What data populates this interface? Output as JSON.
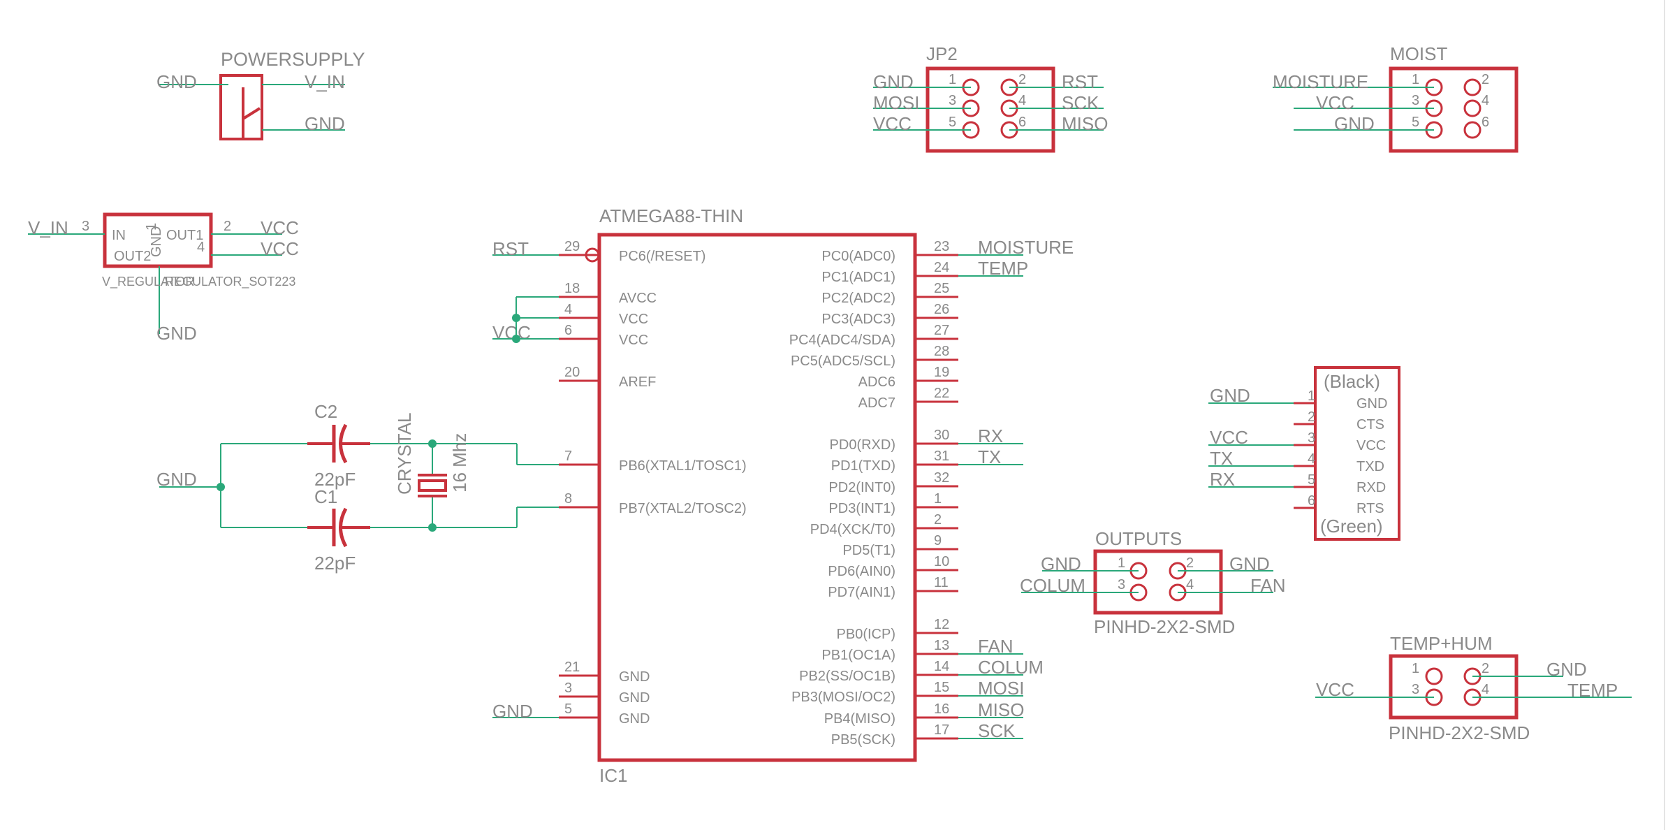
{
  "colors": {
    "symbol": "#c8323c",
    "net": "#2aa87a",
    "text": "#8a8a8a"
  },
  "power_supply": {
    "name": "POWERSUPPLY",
    "gnd": "GND",
    "v_in": "V_IN",
    "gnd2": "GND"
  },
  "jp2": {
    "name": "JP2",
    "pins": [
      "1",
      "2",
      "3",
      "4",
      "5",
      "6"
    ],
    "left_nets": [
      "GND",
      "MOSI",
      "VCC"
    ],
    "right_nets": [
      "RST",
      "SCK",
      "MISO"
    ]
  },
  "moist": {
    "name": "MOIST",
    "pins": [
      "1",
      "2",
      "3",
      "4",
      "5",
      "6"
    ],
    "left_nets": [
      "MOISTURE",
      "VCC",
      "GND"
    ]
  },
  "regulator": {
    "name": "V_REGULATOR",
    "value": "REGULATOR_SOT223",
    "in_label": "IN",
    "out1_label": "OUT1",
    "out2_label": "OUT2",
    "gnd_label": "GND",
    "in_pin": "3",
    "out1_pin": "2",
    "out2_pin": "4",
    "gnd_pin": "1",
    "in_net": "V_IN",
    "out1_net": "VCC",
    "out2_net": "VCC",
    "gnd_net": "GND"
  },
  "mcu": {
    "name": "ATMEGA88-THIN",
    "ref": "IC1",
    "left_pins": [
      {
        "num": "29",
        "name": "PC6(/RESET)",
        "net": "RST"
      },
      {
        "num": "18",
        "name": "AVCC",
        "net": ""
      },
      {
        "num": "4",
        "name": "VCC",
        "net": ""
      },
      {
        "num": "6",
        "name": "VCC",
        "net": "VCC"
      },
      {
        "num": "20",
        "name": "AREF",
        "net": ""
      },
      {
        "num": "7",
        "name": "PB6(XTAL1/TOSC1)",
        "net": ""
      },
      {
        "num": "8",
        "name": "PB7(XTAL2/TOSC2)",
        "net": ""
      },
      {
        "num": "21",
        "name": "GND",
        "net": ""
      },
      {
        "num": "3",
        "name": "GND",
        "net": ""
      },
      {
        "num": "5",
        "name": "GND",
        "net": "GND"
      }
    ],
    "right_pins": [
      {
        "num": "23",
        "name": "PC0(ADC0)",
        "net": "MOISTURE"
      },
      {
        "num": "24",
        "name": "PC1(ADC1)",
        "net": "TEMP"
      },
      {
        "num": "25",
        "name": "PC2(ADC2)",
        "net": ""
      },
      {
        "num": "26",
        "name": "PC3(ADC3)",
        "net": ""
      },
      {
        "num": "27",
        "name": "PC4(ADC4/SDA)",
        "net": ""
      },
      {
        "num": "28",
        "name": "PC5(ADC5/SCL)",
        "net": ""
      },
      {
        "num": "19",
        "name": "ADC6",
        "net": ""
      },
      {
        "num": "22",
        "name": "ADC7",
        "net": ""
      },
      {
        "num": "30",
        "name": "PD0(RXD)",
        "net": "RX"
      },
      {
        "num": "31",
        "name": "PD1(TXD)",
        "net": "TX"
      },
      {
        "num": "32",
        "name": "PD2(INT0)",
        "net": ""
      },
      {
        "num": "1",
        "name": "PD3(INT1)",
        "net": ""
      },
      {
        "num": "2",
        "name": "PD4(XCK/T0)",
        "net": ""
      },
      {
        "num": "9",
        "name": "PD5(T1)",
        "net": ""
      },
      {
        "num": "10",
        "name": "PD6(AIN0)",
        "net": ""
      },
      {
        "num": "11",
        "name": "PD7(AIN1)",
        "net": ""
      },
      {
        "num": "12",
        "name": "PB0(ICP)",
        "net": ""
      },
      {
        "num": "13",
        "name": "PB1(OC1A)",
        "net": "FAN"
      },
      {
        "num": "14",
        "name": "PB2(SS/OC1B)",
        "net": "COLUM"
      },
      {
        "num": "15",
        "name": "PB3(MOSI/OC2)",
        "net": "MOSI"
      },
      {
        "num": "16",
        "name": "PB4(MISO)",
        "net": "MISO"
      },
      {
        "num": "17",
        "name": "PB5(SCK)",
        "net": "SCK"
      }
    ]
  },
  "crystal": {
    "c2_name": "C2",
    "c2_value": "22pF",
    "c1_name": "C1",
    "c1_value": "22pF",
    "xtal_name": "CRYSTAL",
    "xtal_value": "16 Mhz",
    "gnd": "GND"
  },
  "ftdi": {
    "top": "(Black)",
    "bottom": "(Green)",
    "pins": [
      "1",
      "2",
      "3",
      "4",
      "5",
      "6"
    ],
    "signals": [
      "GND",
      "CTS",
      "VCC",
      "TXD",
      "RXD",
      "RTS"
    ],
    "nets": [
      "GND",
      "",
      "VCC",
      "TX",
      "RX",
      ""
    ]
  },
  "outputs": {
    "name": "OUTPUTS",
    "value": "PINHD-2X2-SMD",
    "pins": [
      "1",
      "2",
      "3",
      "4"
    ],
    "left_nets": [
      "GND",
      "COLUM"
    ],
    "right_nets": [
      "GND",
      "FAN"
    ]
  },
  "temphum": {
    "name": "TEMP+HUM",
    "value": "PINHD-2X2-SMD",
    "pins": [
      "1",
      "2",
      "3",
      "4"
    ],
    "left_net": "VCC",
    "right_nets": [
      "GND",
      "TEMP"
    ]
  }
}
